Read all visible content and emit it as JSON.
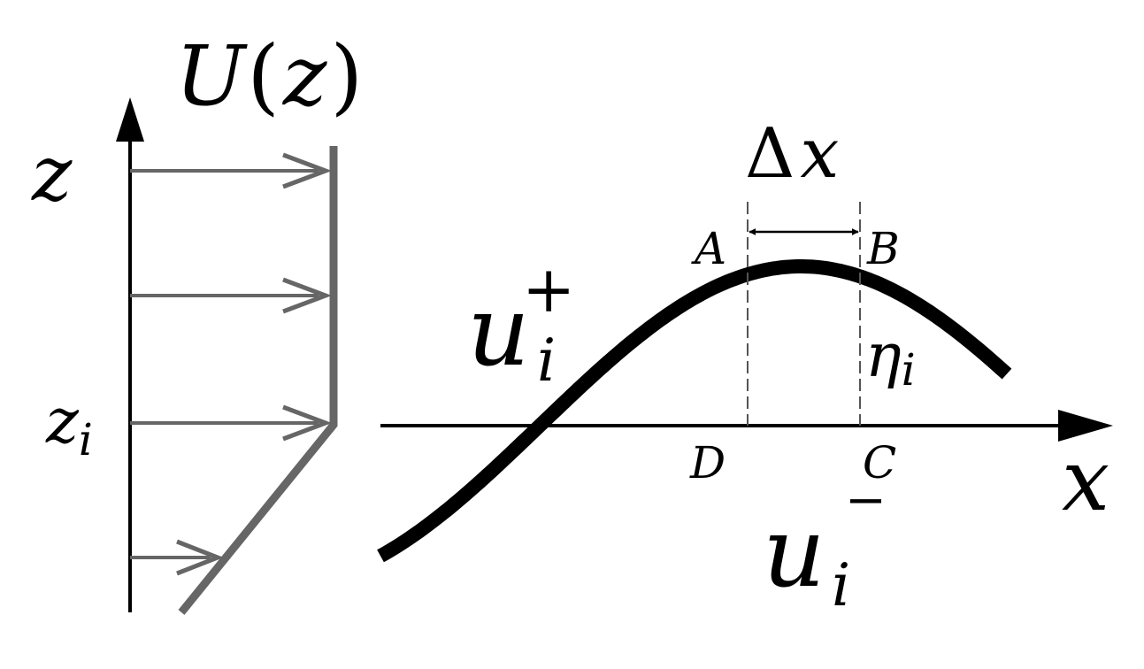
{
  "profile": {
    "title_main": "U",
    "title_open": "(",
    "title_var": "z",
    "title_close": ")",
    "axis_label": "z",
    "level_base": "z",
    "level_sub": "i",
    "colors": {
      "axis": "#000000",
      "profile": "#666666"
    }
  },
  "wave": {
    "axis_label": "x",
    "delta_symbol": "Δ",
    "delta_var": "x",
    "point_a": "A",
    "point_b": "B",
    "point_c": "C",
    "point_d": "D",
    "u_plus_base": "u",
    "u_plus_sub": "i",
    "u_plus_sup": "+",
    "u_minus_base": "u",
    "u_minus_sub": "i",
    "u_minus_sup": "−",
    "eta_base": "η",
    "eta_sub": "i",
    "colors": {
      "curve": "#000000",
      "guide": "#555555"
    }
  }
}
